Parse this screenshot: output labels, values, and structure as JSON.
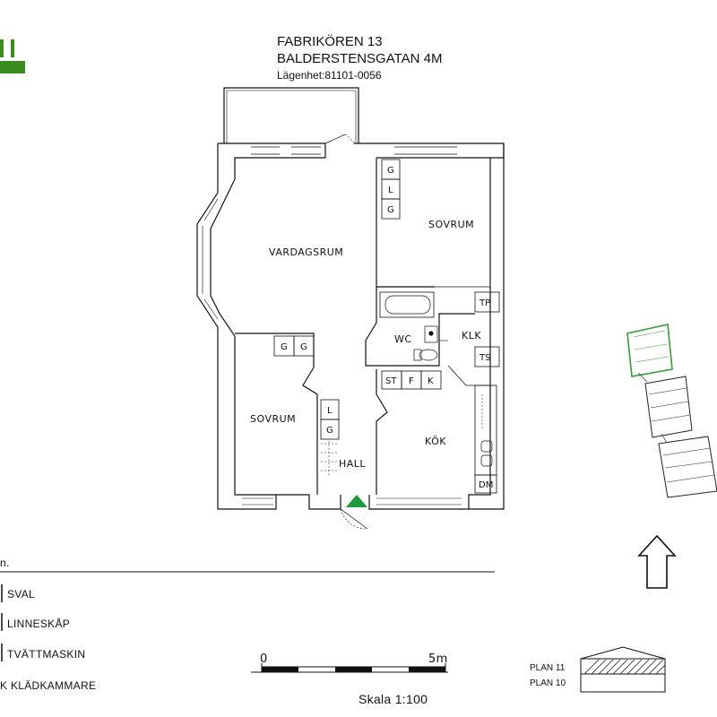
{
  "header": {
    "title": "FABRIKÖREN 13",
    "address": "BALDERSTENSGATAN 4M",
    "apartment": "Lägenhet:81101-0056"
  },
  "logo": {
    "partial_letter": "M",
    "color": "#3a8c1e"
  },
  "rooms": {
    "living_room": "VARDAGSRUM",
    "bedroom_1": "SOVRUM",
    "bedroom_2": "SOVRUM",
    "wc": "WC",
    "closet": "KLK",
    "kitchen": "KÖK",
    "hall": "HALL"
  },
  "cabinets": {
    "bedroom1_col": [
      "G",
      "L",
      "G"
    ],
    "bedroom2_row": [
      "G",
      "G"
    ],
    "hall_col": [
      "L",
      "G"
    ],
    "kitchen_row": [
      "ST",
      "F",
      "K"
    ],
    "tp": "TP",
    "ts": "TS",
    "dm": "DM"
  },
  "legend": {
    "note": "n.",
    "items": [
      "SVAL",
      "LINNESKÅP",
      "TVÄTTMASKIN",
      "K KLÄDKAMMARE"
    ]
  },
  "scale": {
    "start": "0",
    "end": "5m",
    "label": "Skala 1:100"
  },
  "plans": {
    "upper": "PLAN 11",
    "lower": "PLAN 10"
  },
  "colors": {
    "entrance_marker": "#1f9a3a",
    "highlight": "#3a9a3a"
  }
}
